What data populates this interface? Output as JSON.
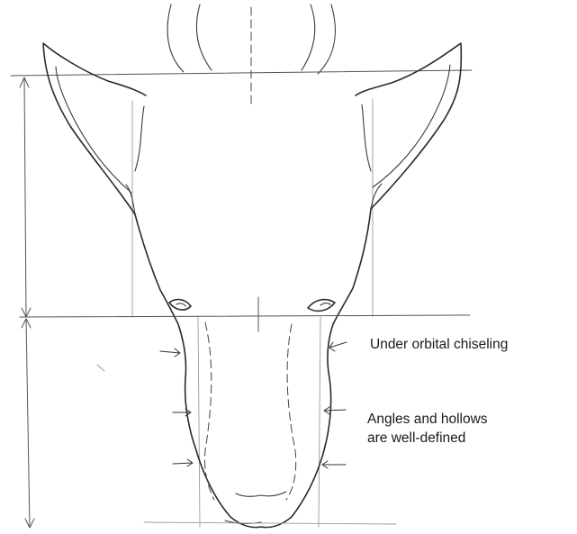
{
  "annotations": {
    "under_orbital": "Under orbital chiseling",
    "angles_line1": "Angles and hollows",
    "angles_line2": "are well-defined"
  }
}
